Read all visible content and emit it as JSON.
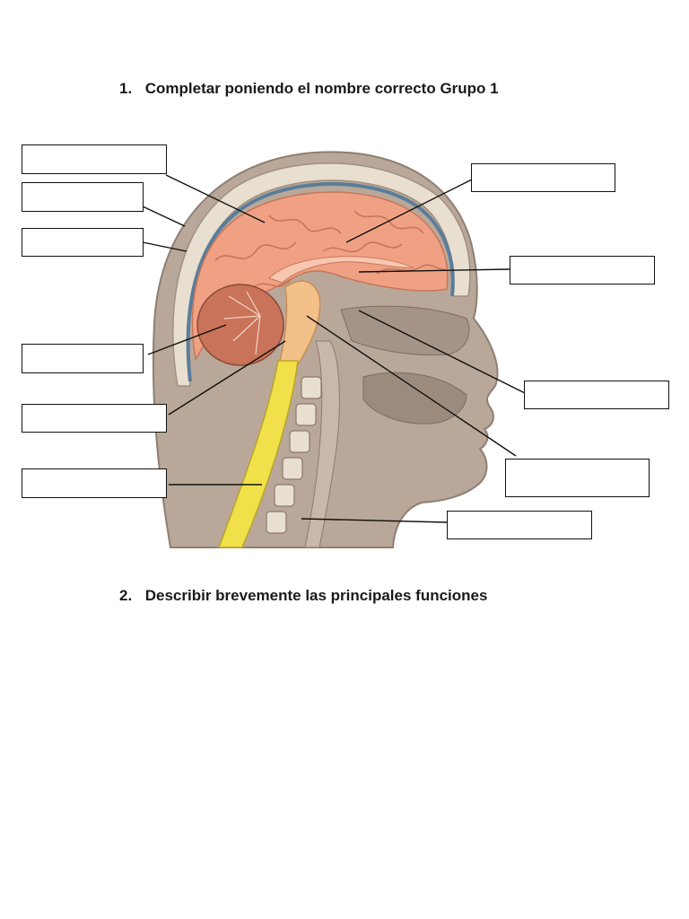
{
  "worksheet": {
    "question1": {
      "number": "1.",
      "text": "Completar poniendo el nombre correcto Grupo 1"
    },
    "question2": {
      "number": "2.",
      "text": "Describir brevemente las principales funciones"
    }
  },
  "diagram": {
    "subject": "sagittal section of human head and neck",
    "blank_labels_left": [
      "",
      "",
      "",
      "",
      "",
      ""
    ],
    "blank_labels_right": [
      "",
      "",
      "",
      "",
      ""
    ]
  },
  "colors": {
    "brain": "#f0a184",
    "brain_dark": "#d07a5d",
    "cerebellum": "#c9735a",
    "spinal_cord": "#f2e04a",
    "brainstem": "#f3c08a",
    "tissue": "#b8a596",
    "skull": "#e6dccd",
    "meninges": "#5a7d9a"
  }
}
